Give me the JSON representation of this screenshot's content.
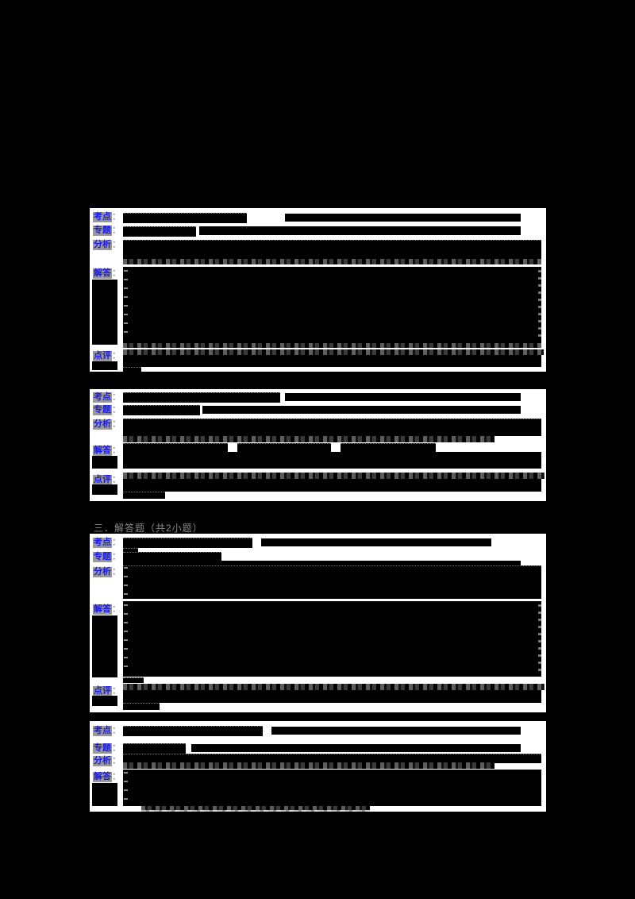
{
  "document": {
    "kind": "exam-solution-sheet",
    "page_background": "#000000",
    "table_background": "#ffffff"
  },
  "colors": {
    "label_text_blue": "#1a1ae6",
    "label_highlight_gray": "#999999",
    "redaction_black": "#000000",
    "heading_gray": "#8a8a8a"
  },
  "labels": {
    "kaodian": "考点",
    "zhuanti": "专题",
    "fenxi": "分析",
    "jieda": "解答",
    "dianping": "点评",
    "colon": "："
  },
  "heading_section3": {
    "text": "三．解答题（共2小题）"
  },
  "sections": [
    {
      "id": "question-1",
      "rows": [
        "考点",
        "专题",
        "分析",
        "解答",
        "点评"
      ]
    },
    {
      "id": "question-2",
      "rows": [
        "考点",
        "专题",
        "分析",
        "解答",
        "点评"
      ]
    },
    {
      "id": "question-3",
      "rows": [
        "考点",
        "专题",
        "分析",
        "解答",
        "点评"
      ]
    },
    {
      "id": "question-4",
      "rows": [
        "考点",
        "专题",
        "分析",
        "解答"
      ]
    }
  ]
}
